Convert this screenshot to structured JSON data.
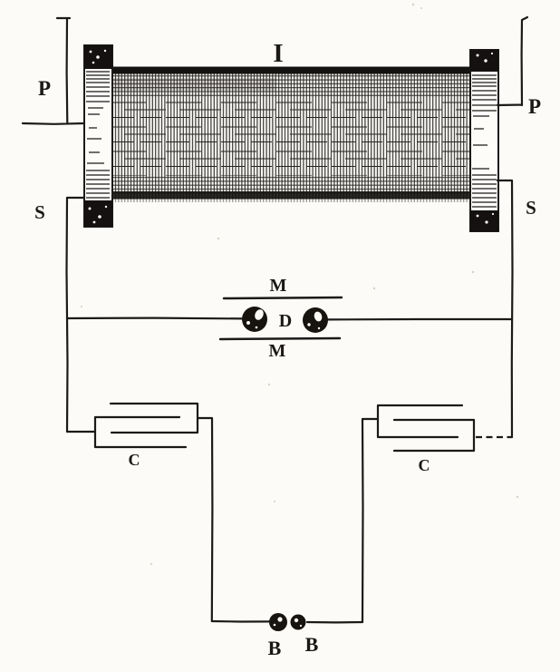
{
  "diagram": {
    "ink_color": "#1c1a18",
    "paper_color": "#fcfbf7",
    "labels": {
      "coil": "I",
      "primary_left": "P",
      "primary_right": "P",
      "secondary_left": "S",
      "secondary_right": "S",
      "plate_top": "M",
      "discharger": "D",
      "plate_bottom": "M",
      "condenser_left": "C",
      "condenser_right": "C",
      "battery_left": "B",
      "battery_right": "B"
    }
  }
}
